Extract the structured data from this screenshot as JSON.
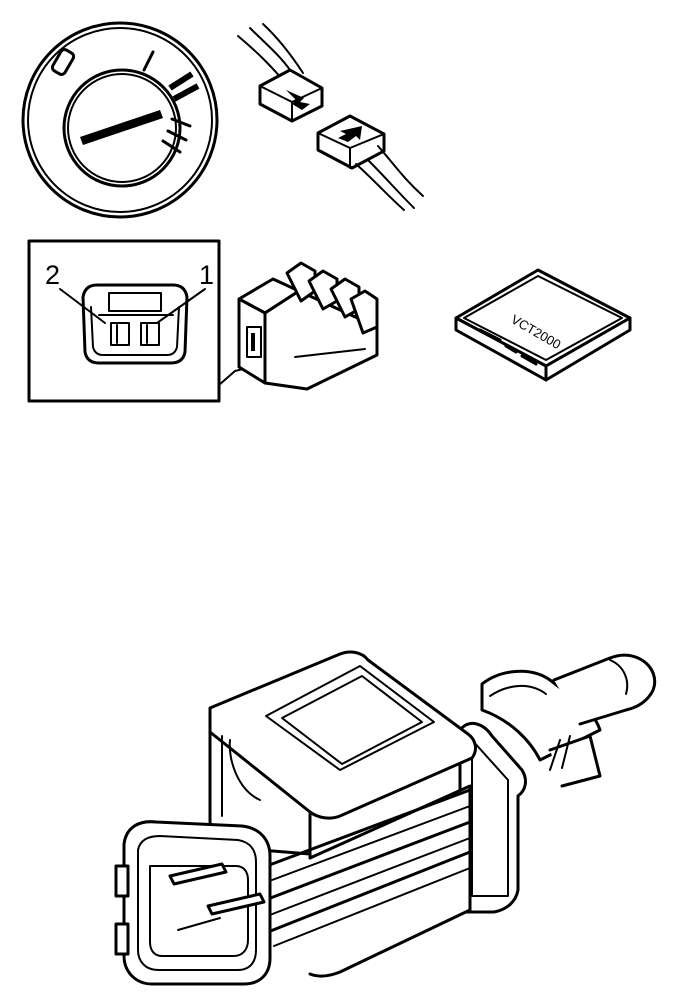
{
  "figures": {
    "ignition_switch": {
      "position_marks": [
        "0",
        "I",
        "II",
        "III"
      ]
    },
    "connector_pinout": {
      "pins": [
        "2",
        "1"
      ]
    },
    "software_box": {
      "label": "VCT2000"
    }
  },
  "colors": {
    "ink": "#000000",
    "paper": "#ffffff"
  }
}
